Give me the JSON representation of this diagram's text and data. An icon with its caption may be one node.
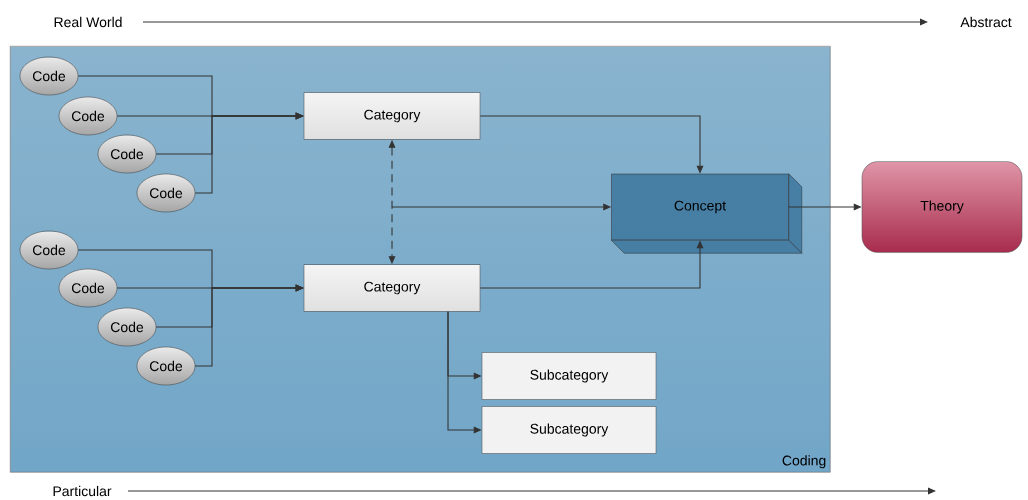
{
  "diagram": {
    "nodes": [
      {
        "text": [
          "Coding"
        ]
      },
      {
        "text": [
          "Code"
        ],
        "in": 0
      },
      {
        "text": [
          "Code"
        ],
        "in": 0
      },
      {
        "text": [
          "Code"
        ],
        "in": 0
      },
      {
        "text": [
          "Code"
        ],
        "in": 0
      },
      {
        "text": [
          "Category"
        ],
        "in": 0
      },
      {
        "text": [
          "Code"
        ],
        "in": 0
      },
      {
        "text": [
          "Code"
        ],
        "in": 0
      },
      {
        "text": [
          "Code"
        ],
        "in": 0
      },
      {
        "text": [
          "Code"
        ],
        "in": 0
      },
      {
        "text": [
          "Category"
        ],
        "in": 0
      },
      {
        "text": [
          "Concept"
        ],
        "in": 0
      },
      {
        "text": [
          "Subcategory"
        ],
        "in": 0
      },
      {
        "text": [
          "Subcategory"
        ],
        "in": 0
      },
      {
        "text": [
          "Theory"
        ]
      }
    ],
    "edges": [
      {
        "from": 1,
        "to": 5,
        "arrow": "to"
      },
      {
        "from": 2,
        "to": 5,
        "arrow": "to"
      },
      {
        "from": 3,
        "to": 5,
        "arrow": "to"
      },
      {
        "from": 4,
        "to": 5,
        "arrow": "to"
      },
      {
        "from": 6,
        "to": 10,
        "arrow": "to"
      },
      {
        "from": 7,
        "to": 10,
        "arrow": "to"
      },
      {
        "from": 8,
        "to": 10,
        "arrow": "to"
      },
      {
        "from": 9,
        "to": 10,
        "arrow": "to"
      },
      {
        "from": 5,
        "to": 10,
        "arrow": "both",
        "style": "dashed"
      },
      {
        "from": null,
        "to": 11,
        "arrow": "to"
      },
      {
        "from": 5,
        "to": 11,
        "arrow": "to"
      },
      {
        "from": 10,
        "to": 11,
        "arrow": "to"
      },
      {
        "from": 10,
        "to": 12,
        "arrow": "to"
      },
      {
        "from": 10,
        "to": 13,
        "arrow": "to"
      },
      {
        "from": 11,
        "to": 14,
        "arrow": "to"
      }
    ],
    "labels": [
      "Real World",
      "Abstract",
      "Particular"
    ]
  }
}
